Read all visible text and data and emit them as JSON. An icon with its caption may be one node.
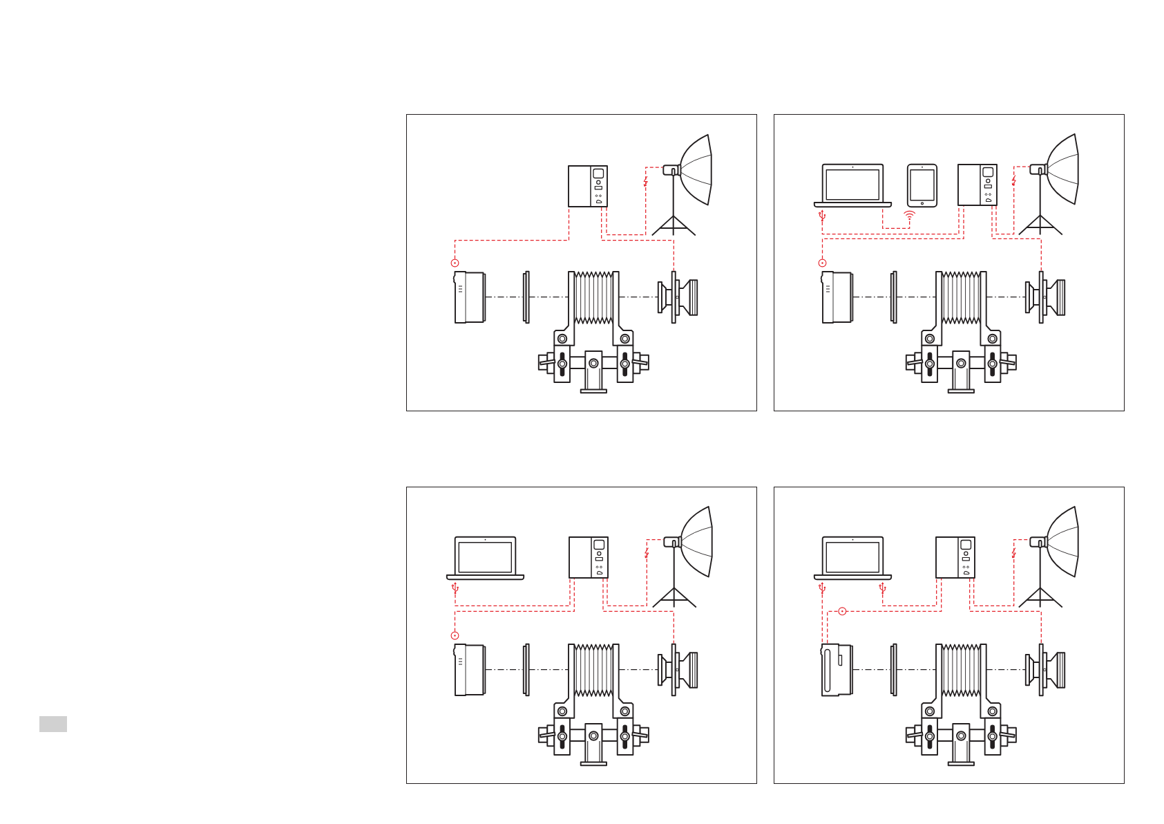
{
  "diagram": {
    "nodes": [
      {
        "text": [],
        "shape": "box"
      },
      {
        "text": [],
        "shape": "picture",
        "in": 0
      },
      {
        "text": [],
        "shape": "picture",
        "in": 0
      },
      {
        "text": [],
        "shape": "picture",
        "in": 0
      },
      {
        "text": [],
        "shape": "bar",
        "in": 0
      },
      {
        "text": [],
        "shape": "picture",
        "in": 0
      },
      {
        "text": [],
        "shape": "picture",
        "in": 0
      },
      {
        "text": [],
        "shape": "box"
      },
      {
        "text": [],
        "shape": "picture",
        "in": 7
      },
      {
        "text": [],
        "shape": "picture",
        "in": 7
      },
      {
        "text": [],
        "shape": "picture",
        "in": 7
      },
      {
        "text": [],
        "shape": "picture",
        "in": 7
      },
      {
        "text": [],
        "shape": "picture",
        "in": 7
      },
      {
        "text": [],
        "shape": "bar",
        "in": 7
      },
      {
        "text": [],
        "shape": "picture",
        "in": 7
      },
      {
        "text": [],
        "shape": "picture",
        "in": 7
      },
      {
        "text": [],
        "shape": "box"
      },
      {
        "text": [],
        "shape": "picture",
        "in": 16
      },
      {
        "text": [],
        "shape": "picture",
        "in": 16
      },
      {
        "text": [],
        "shape": "picture",
        "in": 16
      },
      {
        "text": [],
        "shape": "picture",
        "in": 16
      },
      {
        "text": [],
        "shape": "bar",
        "in": 16
      },
      {
        "text": [],
        "shape": "picture",
        "in": 16
      },
      {
        "text": [],
        "shape": "picture",
        "in": 16
      },
      {
        "text": [],
        "shape": "box"
      },
      {
        "text": [],
        "shape": "picture",
        "in": 24
      },
      {
        "text": [],
        "shape": "picture",
        "in": 24
      },
      {
        "text": [],
        "shape": "picture",
        "in": 24
      },
      {
        "text": [],
        "shape": "picture",
        "in": 24
      },
      {
        "text": [],
        "shape": "bar",
        "in": 24
      },
      {
        "text": [],
        "shape": "picture",
        "in": 24
      },
      {
        "text": [],
        "shape": "picture",
        "in": 24
      }
    ],
    "edges": [
      {
        "from": 3,
        "to": 1,
        "arrow": "other",
        "style": "dashed"
      },
      {
        "from": 1,
        "to": 6,
        "arrow": "none",
        "style": "dashed"
      },
      {
        "from": 1,
        "to": 2,
        "arrow": "none",
        "style": "dashed"
      },
      {
        "from": 3,
        "to": 4,
        "arrow": "none",
        "style": "dashed",
        "color": "#231f20"
      },
      {
        "from": 4,
        "to": 5,
        "arrow": "none",
        "style": "dashed",
        "color": "#231f20"
      },
      {
        "from": 5,
        "to": 6,
        "arrow": "none",
        "style": "dashed",
        "color": "#231f20"
      },
      {
        "from": 8,
        "to": 10,
        "arrow": "other",
        "style": "dashed"
      },
      {
        "from": 9,
        "to": 8,
        "arrow": "other",
        "style": "dashed"
      },
      {
        "from": 12,
        "to": 10,
        "arrow": "other",
        "style": "dashed"
      },
      {
        "from": 10,
        "to": 15,
        "arrow": "none",
        "style": "dashed"
      },
      {
        "from": 10,
        "to": 11,
        "arrow": "none",
        "style": "dashed"
      },
      {
        "from": 12,
        "to": 13,
        "arrow": "none",
        "style": "dashed",
        "color": "#231f20"
      },
      {
        "from": 13,
        "to": 14,
        "arrow": "none",
        "style": "dashed",
        "color": "#231f20"
      },
      {
        "from": 14,
        "to": 15,
        "arrow": "none",
        "style": "dashed",
        "color": "#231f20"
      },
      {
        "from": 17,
        "to": 18,
        "arrow": "other",
        "style": "dashed"
      },
      {
        "from": 20,
        "to": 18,
        "arrow": "other",
        "style": "dashed"
      },
      {
        "from": 18,
        "to": 23,
        "arrow": "none",
        "style": "dashed"
      },
      {
        "from": 18,
        "to": 19,
        "arrow": "none",
        "style": "dashed"
      },
      {
        "from": 20,
        "to": 21,
        "arrow": "none",
        "style": "dashed",
        "color": "#231f20"
      },
      {
        "from": 21,
        "to": 22,
        "arrow": "none",
        "style": "dashed",
        "color": "#231f20"
      },
      {
        "from": 22,
        "to": 23,
        "arrow": "none",
        "style": "dashed",
        "color": "#231f20"
      },
      {
        "from": 25,
        "to": 28,
        "arrow": "other",
        "style": "dashed"
      },
      {
        "from": 25,
        "to": 26,
        "arrow": "other",
        "style": "dashed"
      },
      {
        "from": 28,
        "to": 26,
        "arrow": "none",
        "style": "dashed"
      },
      {
        "from": 26,
        "to": 31,
        "arrow": "none",
        "style": "dashed"
      },
      {
        "from": 26,
        "to": 27,
        "arrow": "none",
        "style": "dashed"
      },
      {
        "from": 28,
        "to": 29,
        "arrow": "none",
        "style": "dashed",
        "color": "#231f20"
      },
      {
        "from": 29,
        "to": 30,
        "arrow": "none",
        "style": "dashed",
        "color": "#231f20"
      },
      {
        "from": 30,
        "to": 31,
        "arrow": "none",
        "style": "dashed",
        "color": "#231f20"
      }
    ]
  }
}
